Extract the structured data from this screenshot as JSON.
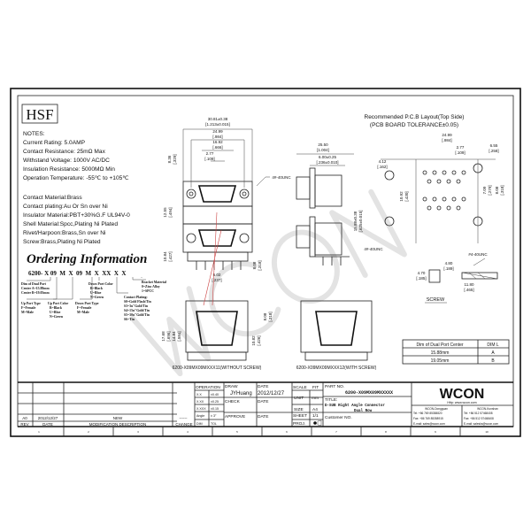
{
  "brand_box": "HSF",
  "notes": {
    "heading": "NOTES:",
    "lines": [
      "Current Rating: 5.0AMP",
      "Contact Resistance: 25mΩ Max",
      "Withstand Voltage: 1000V AC/DC",
      "Insulation Resistance: 5000MΩ Min",
      "Operation Temperature: -55℃ to +105℃"
    ],
    "materials": [
      "Contact Material:Brass",
      "Contact plating:Au Or Sn over Ni",
      "Insulator Material:PBT+30%G.F UL94V-0",
      "Shell Material:Spcc,Plating Ni Plated",
      "Rivet/Harpoon:Brass,Sn over Ni",
      "Screw:Brass,Plating Ni Plated"
    ]
  },
  "ordering": {
    "title": "Ordering Information",
    "code": "6200- X 09  M  X  09  M  X  XX  X  X",
    "legends": {
      "dim_center": [
        "Dim of Dual Port",
        "Center A=15.88mm",
        "Center B=19.05mm"
      ],
      "up_port_type": [
        "Up Port Type",
        "F=Female",
        "M=Male"
      ],
      "up_port_color": [
        "Up Port Color",
        "B=Black",
        "U=Blue",
        "N=Green"
      ],
      "down_port_type": [
        "Down Port Type",
        "F=Female",
        "M=Male"
      ],
      "down_port_color": [
        "Down Port Color",
        "B=Black",
        "U=Blue",
        "N=Green"
      ],
      "contact_plating": [
        "Contact Plating:",
        "S0=Gold Flash/Tin",
        "S3=3u\"Gold/Tin",
        "S4=15u\"Gold/Tin",
        "S5=30u\"Gold/Tin",
        "S6=Tin"
      ],
      "bracket_material": [
        "Bracket Material",
        "0=Zinc Alloy",
        "1=SPCC"
      ]
    }
  },
  "front_view": {
    "dims": [
      "30.81±0.38",
      "[1.213±0.015]",
      "24.99",
      "[.984]",
      "16.92",
      "[.666]",
      "2.77",
      "[.109]"
    ],
    "screw_label": "4#-40UNC",
    "vert_dims": [
      "8.36",
      "[.329]",
      "12.55",
      "[.494]",
      "10.84",
      "[.427]",
      "2.77",
      "[.109]",
      "6.02",
      "[.237]",
      "8.08",
      "[.318]"
    ]
  },
  "side_view": {
    "dims": [
      "25.50",
      "[1.004]",
      "6.00±0.25",
      "[.236±0.010]",
      "15.88±0.38",
      "[.625±0.015]"
    ],
    "screw_label": "4#-40UNC"
  },
  "pcb_layout": {
    "title": "Recommended P.C.B Layout(Top Side)",
    "tolerance": "(PCB BOARD TOLERANCE±0.05)",
    "dims": [
      "24.99",
      "[.984]",
      "2.77",
      "[.109]",
      "6.55",
      "[.258]",
      "4.12",
      "[.162]",
      "10.92",
      "[.430]",
      "7.09",
      "[.279]",
      "8.08",
      "[.318]"
    ]
  },
  "screw": {
    "label": "SCREW",
    "thread": "#4-40UNC",
    "dims": [
      "4.70",
      "[.185]",
      "4.80",
      "[.189]",
      "11.80",
      "[.465]"
    ]
  },
  "bottom_views": {
    "dims": [
      "17.68",
      "[.696]",
      "14.84",
      "[.584]",
      "10.82",
      "[.426]",
      "8.08",
      "[.318]"
    ],
    "caption_without": "6200-X09MX09MXXX11(WITHOUT SCREW)",
    "caption_with": "6200-X09MX09MXXX12(WITH SCREW)"
  },
  "dim_table": {
    "headers": [
      "Dim of Dual Port Center",
      "DIM L"
    ],
    "rows": [
      [
        "15.88mm",
        "A"
      ],
      [
        "19.05mm",
        "B"
      ]
    ]
  },
  "revision": {
    "rows": [
      [
        "A0",
        "2012/12/27",
        "NEW",
        "------"
      ]
    ],
    "headers": [
      "REV",
      "DATE",
      "MODIFICATION DESCRIPTION",
      "CHANGE"
    ]
  },
  "title_block": {
    "operation": "OPERATION",
    "tolerances": [
      [
        "X.X",
        "±0.40"
      ],
      [
        "X.XX",
        "±0.25"
      ],
      [
        "X.XXX",
        "±0.15"
      ],
      [
        "Angle",
        "± 3°"
      ],
      [
        "DIM",
        "TOL"
      ]
    ],
    "draw_label": "DRAW",
    "draw_value": "JYHuang",
    "check_label": "CHECK",
    "approve_label": "APPROVE",
    "date_label": "DATE",
    "date_value": "2012/12/27",
    "scale_label": "SCALE",
    "scale_value": "FIT",
    "unit_label": "UNIT",
    "unit_value": "mm",
    "size_label": "SIZE",
    "size_value": "A4",
    "sheet_label": "SHEET",
    "sheet_value": "1/1",
    "proj_label": "PROJ.",
    "part_no_label": "PART NO.",
    "part_no_value": "6200-X09MX09MXXXXX",
    "title_label": "TITLE:",
    "title_line1": "D-SUB Right Angle Connector",
    "title_line2": "Dual Row",
    "customer_label": "Customer NO.",
    "logo": "WCON",
    "website": "Http: www.wcon.com",
    "offices": [
      {
        "name": "WCON-Dongguan",
        "tel": "Tel: +86 769 85358820",
        "fax": "Fax: +86 769 85358915",
        "email": "E-mail: sales@wcon.com"
      },
      {
        "name": "WCON-Kunshan",
        "tel": "Tel: +86 512 57468408",
        "fax": "Fax: +86 512 57468408",
        "email": "E-mail: salesks@wcon.com"
      }
    ]
  },
  "ruler_numbers": [
    "1",
    "2",
    "3",
    "4",
    "5",
    "6",
    "7",
    "8",
    "9",
    "10"
  ]
}
